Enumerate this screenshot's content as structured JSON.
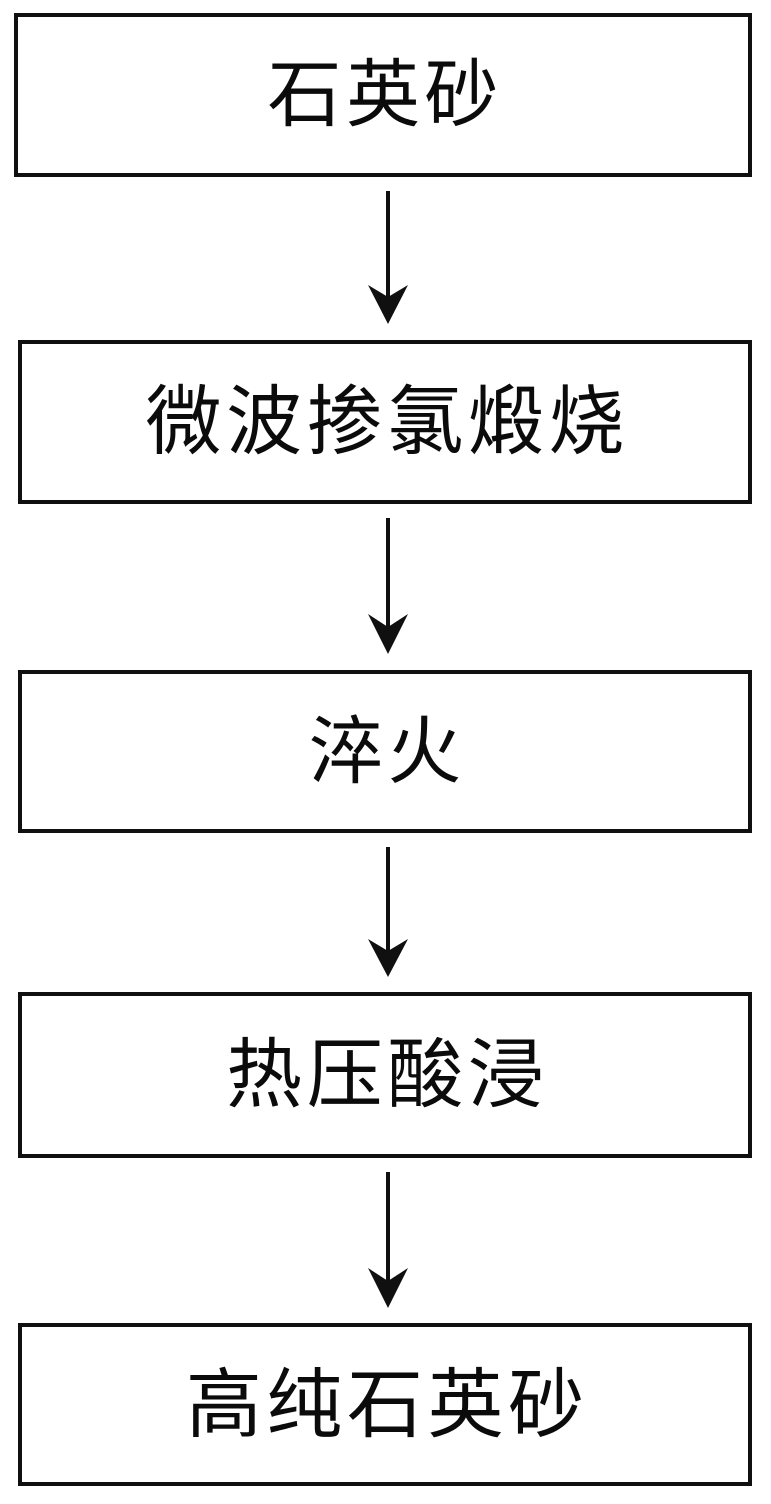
{
  "diagram": {
    "type": "flowchart",
    "orientation": "vertical",
    "title": "",
    "background_color": "#ffffff",
    "line_color": "#101010",
    "text_color": "#0b0b0b",
    "nodes": [
      {
        "id": "node-0",
        "label": "石英砂"
      },
      {
        "id": "node-1",
        "label": "微波掺氯煅烧"
      },
      {
        "id": "node-2",
        "label": "淬火"
      },
      {
        "id": "node-3",
        "label": "热压酸浸"
      },
      {
        "id": "node-4",
        "label": "高纯石英砂"
      }
    ],
    "connectors": [
      {
        "id": "connector-0",
        "from": "node-0",
        "to": "node-1",
        "style": "arrow-down"
      },
      {
        "id": "connector-1",
        "from": "node-1",
        "to": "node-2",
        "style": "arrow-down"
      },
      {
        "id": "connector-2",
        "from": "node-2",
        "to": "node-3",
        "style": "arrow-down"
      },
      {
        "id": "connector-3",
        "from": "node-3",
        "to": "node-4",
        "style": "arrow-down"
      }
    ]
  }
}
